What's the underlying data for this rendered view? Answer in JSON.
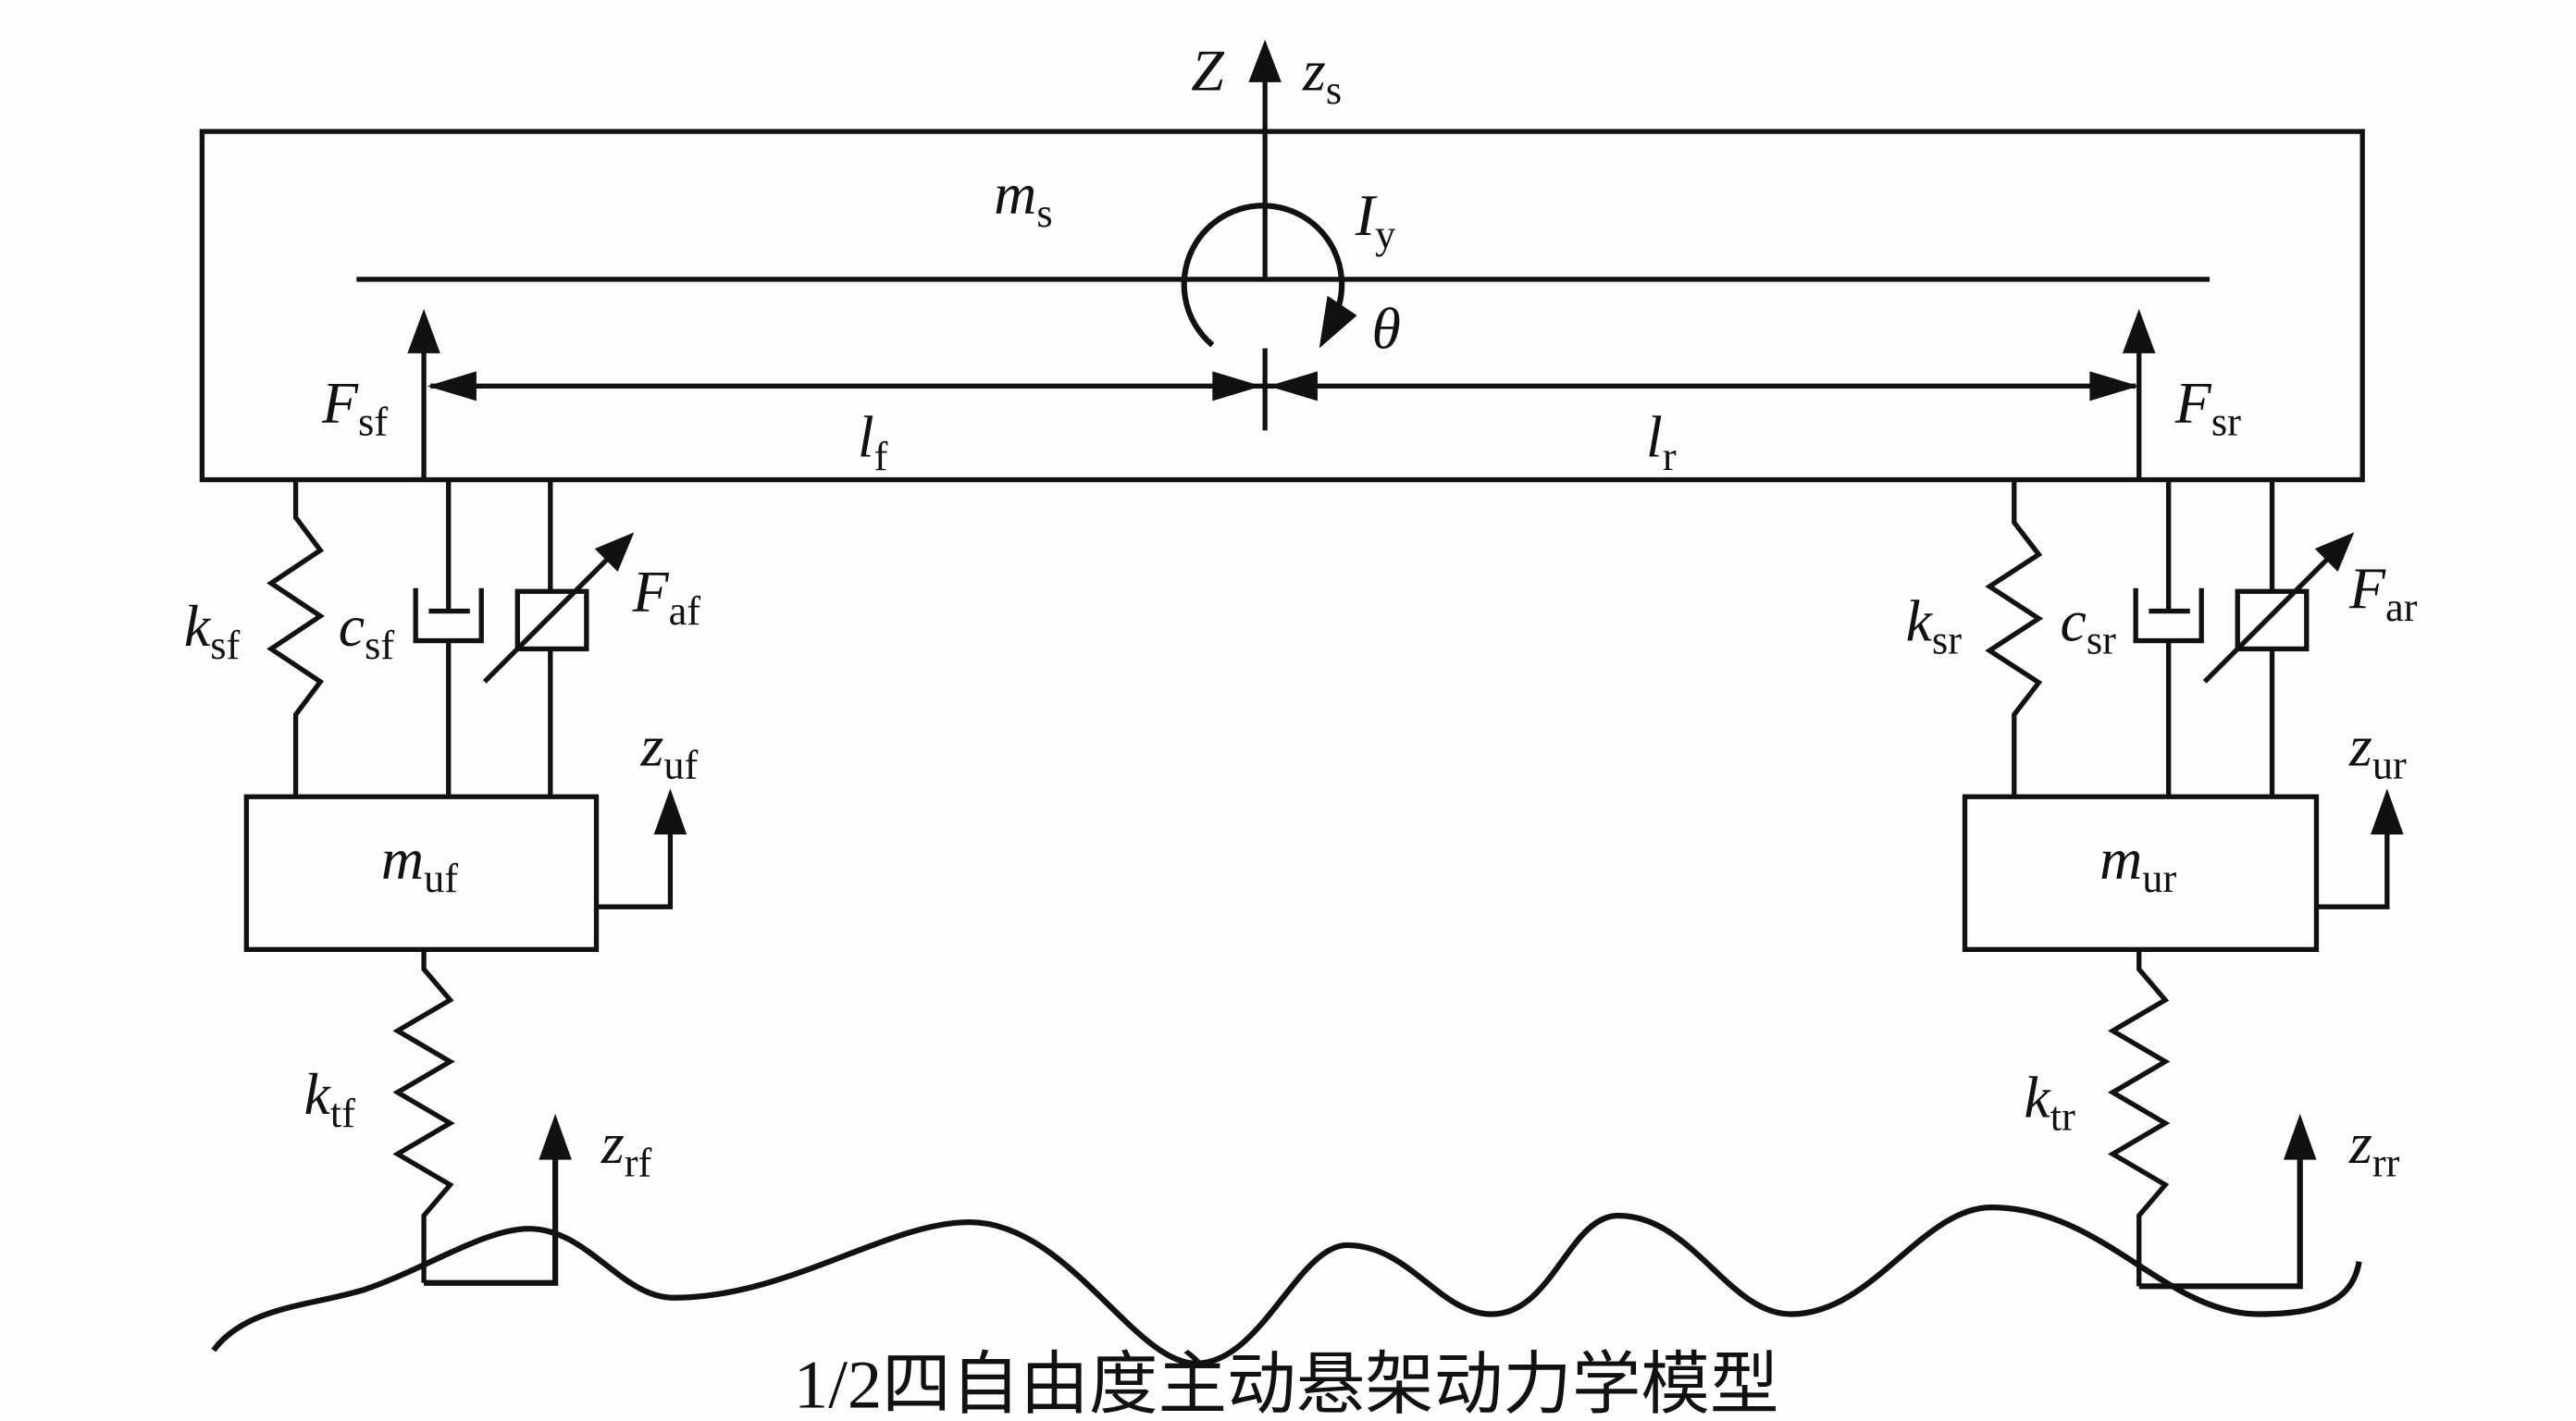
{
  "labels": {
    "Z": {
      "main": "Z"
    },
    "zs": {
      "main": "z",
      "sub": "s"
    },
    "ms": {
      "main": "m",
      "sub": "s"
    },
    "Iy": {
      "main": "I",
      "sub": "y"
    },
    "theta": {
      "main": "θ"
    },
    "Fsf": {
      "main": "F",
      "sub": "sf"
    },
    "Fsr": {
      "main": "F",
      "sub": "sr"
    },
    "lf": {
      "main": "l",
      "sub": "f"
    },
    "lr": {
      "main": "l",
      "sub": "r"
    },
    "ksf": {
      "main": "k",
      "sub": "sf"
    },
    "csf": {
      "main": "c",
      "sub": "sf"
    },
    "Faf": {
      "main": "F",
      "sub": "af"
    },
    "zuf": {
      "main": "z",
      "sub": "uf"
    },
    "muf": {
      "main": "m",
      "sub": "uf"
    },
    "ktf": {
      "main": "k",
      "sub": "tf"
    },
    "zrf": {
      "main": "z",
      "sub": "rf"
    },
    "ksr": {
      "main": "k",
      "sub": "sr"
    },
    "csr": {
      "main": "c",
      "sub": "sr"
    },
    "Far": {
      "main": "F",
      "sub": "ar"
    },
    "zur": {
      "main": "z",
      "sub": "ur"
    },
    "mur": {
      "main": "m",
      "sub": "ur"
    },
    "ktr": {
      "main": "k",
      "sub": "tr"
    },
    "zrr": {
      "main": "z",
      "sub": "rr"
    }
  },
  "caption": "1/2四自由度主动悬架动力学模型"
}
